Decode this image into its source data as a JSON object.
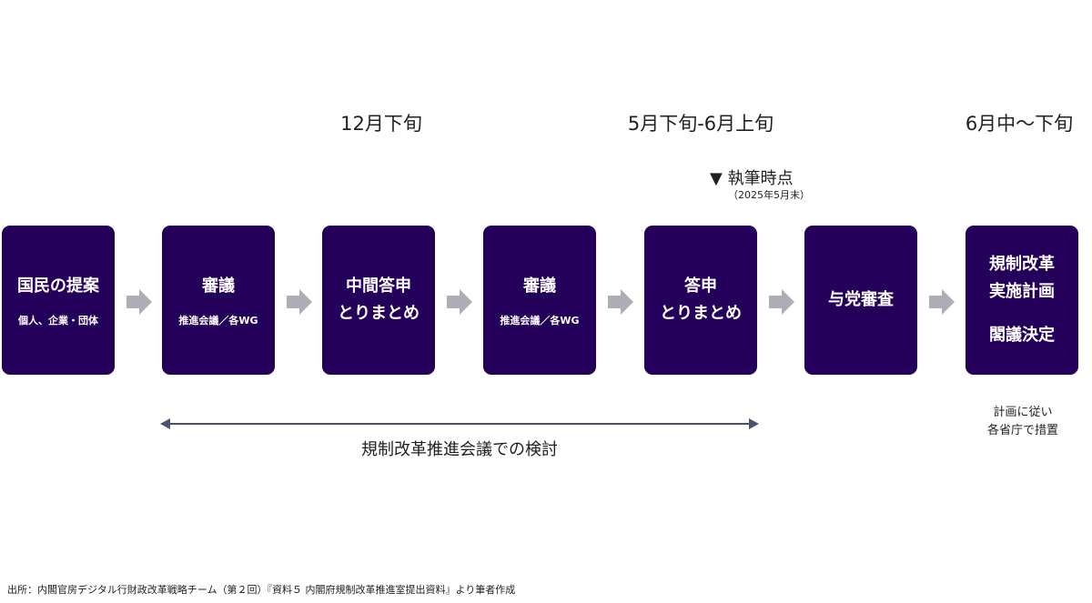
{
  "dates": {
    "d1": "12月下旬",
    "d2": "5月下旬-6月上旬",
    "d3": "6月中〜下旬"
  },
  "marker": {
    "label": "▼ 執筆時点",
    "sub": "（2025年5月末）"
  },
  "steps": [
    {
      "main": "国民の提案",
      "sub": "個人、企業・団体"
    },
    {
      "main": "審議",
      "sub": "推進会議／各WG"
    },
    {
      "line1": "中間答申",
      "line2": "とりまとめ"
    },
    {
      "main": "審議",
      "sub": "推進会議／各WG"
    },
    {
      "line1": "答申",
      "line2": "とりまとめ"
    },
    {
      "main": "与党審査"
    },
    {
      "line1": "規制改革",
      "line2": "実施計画",
      "line3": "閣議決定"
    }
  ],
  "range": {
    "label": "規制改革推進会議での検討"
  },
  "note": {
    "line1": "計画に従い",
    "line2": "各省庁で措置"
  },
  "source": "出所：内閣官房デジタル行財政改革戦略チーム（第２回）『資料５ 内閣府規制改革推進室提出資料』より筆者作成",
  "colors": {
    "box": "#24005a",
    "arrow": "#adadb5",
    "range_line": "#4d5271"
  }
}
